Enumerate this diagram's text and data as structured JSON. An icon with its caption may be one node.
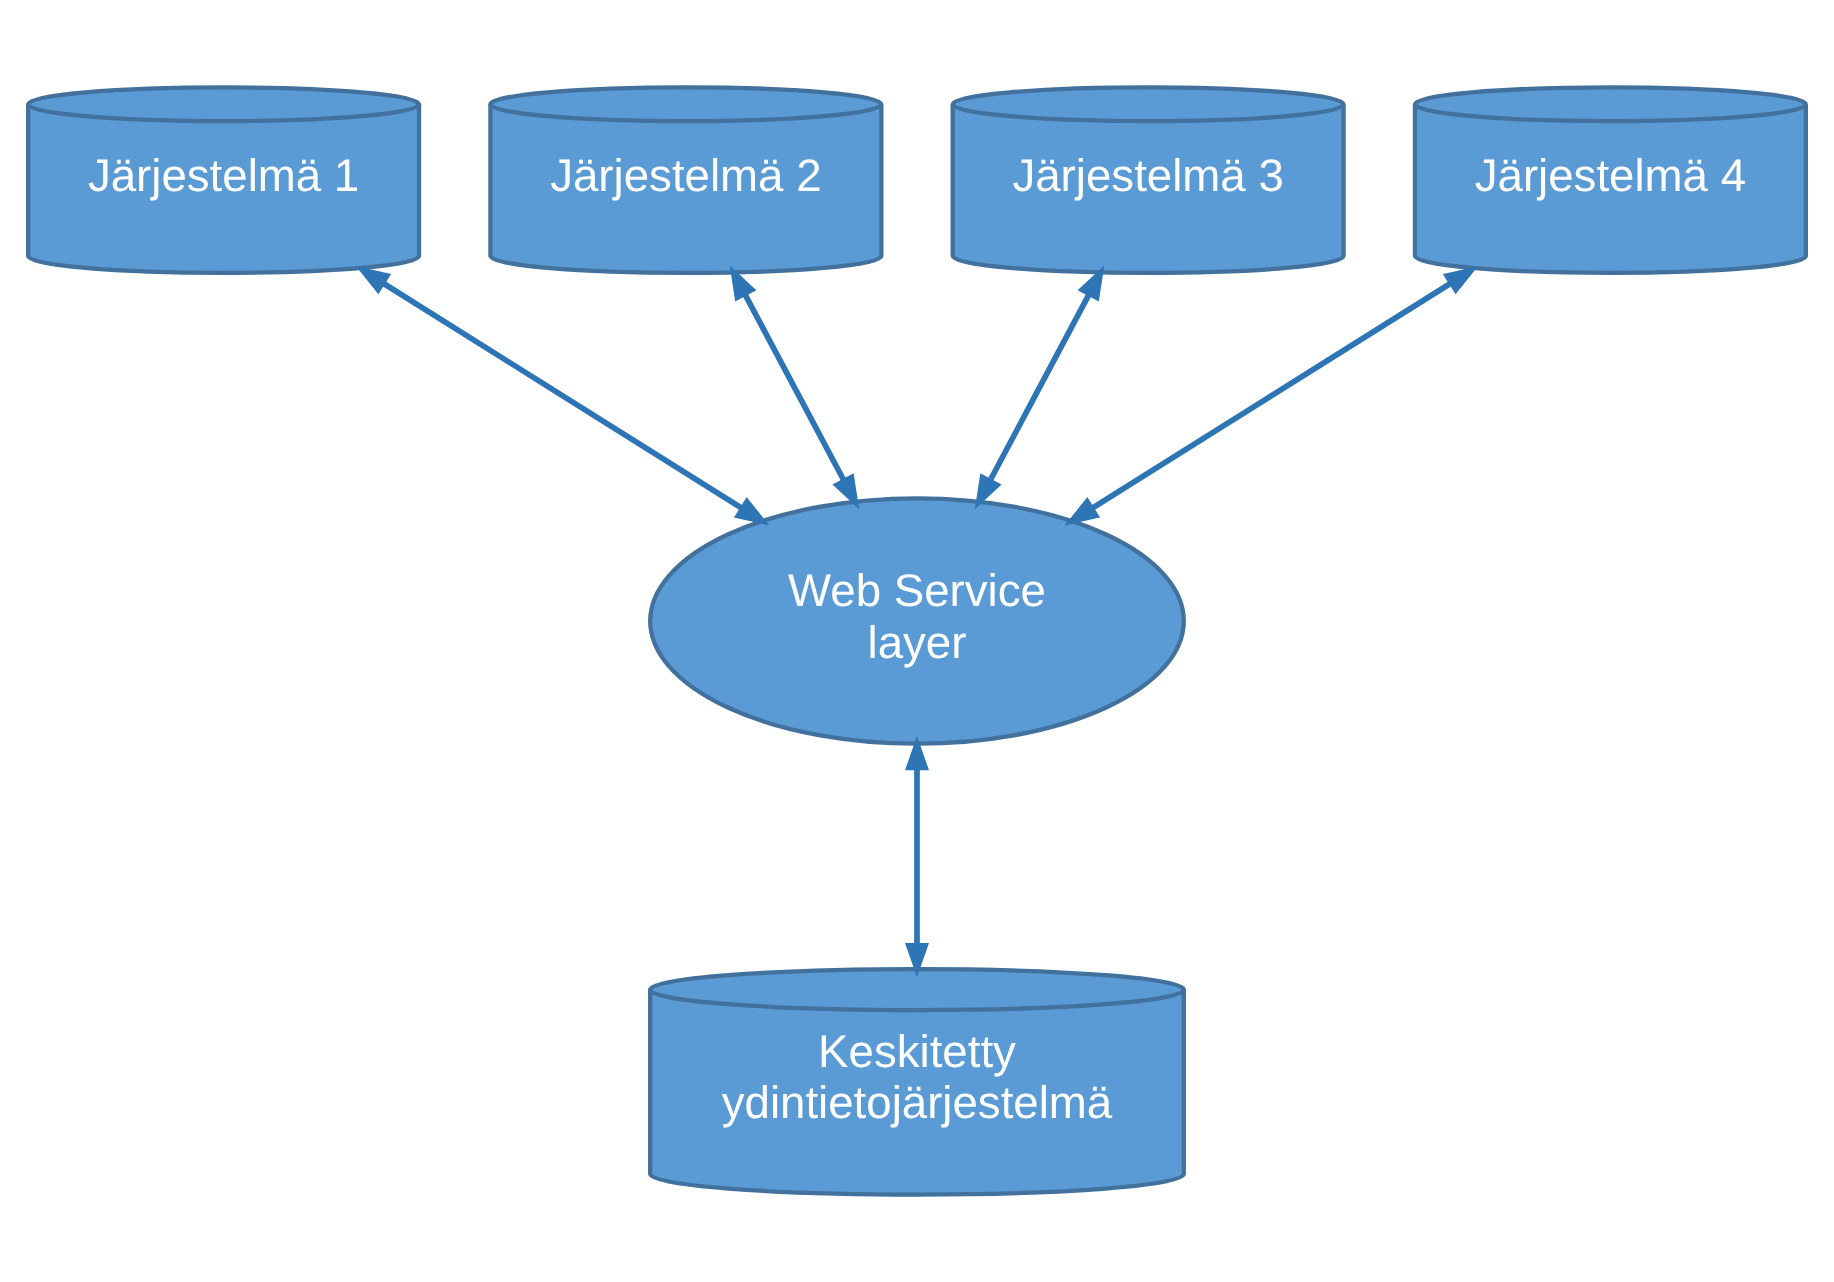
{
  "diagram": {
    "nodes": [
      {
        "text": [
          "Järjestelmä 1"
        ]
      },
      {
        "text": [
          "Järjestelmä 2"
        ]
      },
      {
        "text": [
          "Järjestelmä 3"
        ]
      },
      {
        "text": [
          "Järjestelmä 4"
        ]
      },
      {
        "text": [
          "Web Service layer"
        ]
      },
      {
        "text": [
          "Keskitetty ydintietojärjestelmä"
        ]
      }
    ],
    "edges": [
      {
        "from": 0,
        "to": 4,
        "arrow": "both"
      },
      {
        "from": 1,
        "to": 4,
        "arrow": "both"
      },
      {
        "from": 2,
        "to": 4,
        "arrow": "both"
      },
      {
        "from": 3,
        "to": 4,
        "arrow": "both"
      },
      {
        "from": 4,
        "to": 5,
        "arrow": "both"
      }
    ]
  }
}
